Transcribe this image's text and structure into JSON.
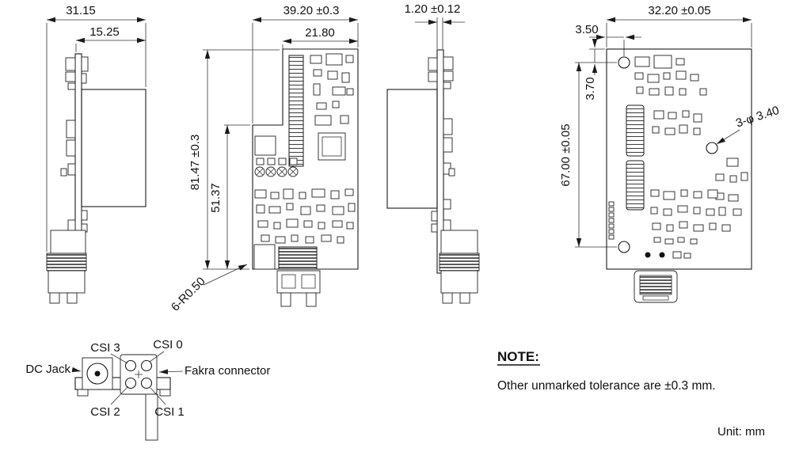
{
  "drawing": {
    "views": {
      "left_side": {
        "dims": {
          "overall_width": "31.15",
          "partial_width": "15.25"
        }
      },
      "front": {
        "dims": {
          "overall_width": "39.20 ±0.3",
          "upper_width": "21.80",
          "overall_height": "81.47 ±0.3",
          "partial_height": "51.37",
          "corner_radius": "6-R0.50"
        }
      },
      "right_side": {
        "dims": {
          "board_thickness": "1.20 ±0.12"
        }
      },
      "back": {
        "dims": {
          "hole_span_width": "32.20 ±0.05",
          "hole_offset_x": "3.50",
          "hole_offset_y": "3.70",
          "hole_span_height": "67.00 ±0.05",
          "hole_diameter": "3-φ 3.40"
        }
      },
      "connector_detail": {
        "labels": {
          "csi3": "CSI 3",
          "csi0": "CSI 0",
          "dc_jack": "DC Jack",
          "fakra": "Fakra connector",
          "csi2": "CSI 2",
          "csi1": "CSI 1"
        }
      }
    },
    "notes": {
      "title": "NOTE:",
      "tolerance": "Other unmarked tolerance  are ±0.3 mm.",
      "unit": "Unit: mm"
    }
  }
}
